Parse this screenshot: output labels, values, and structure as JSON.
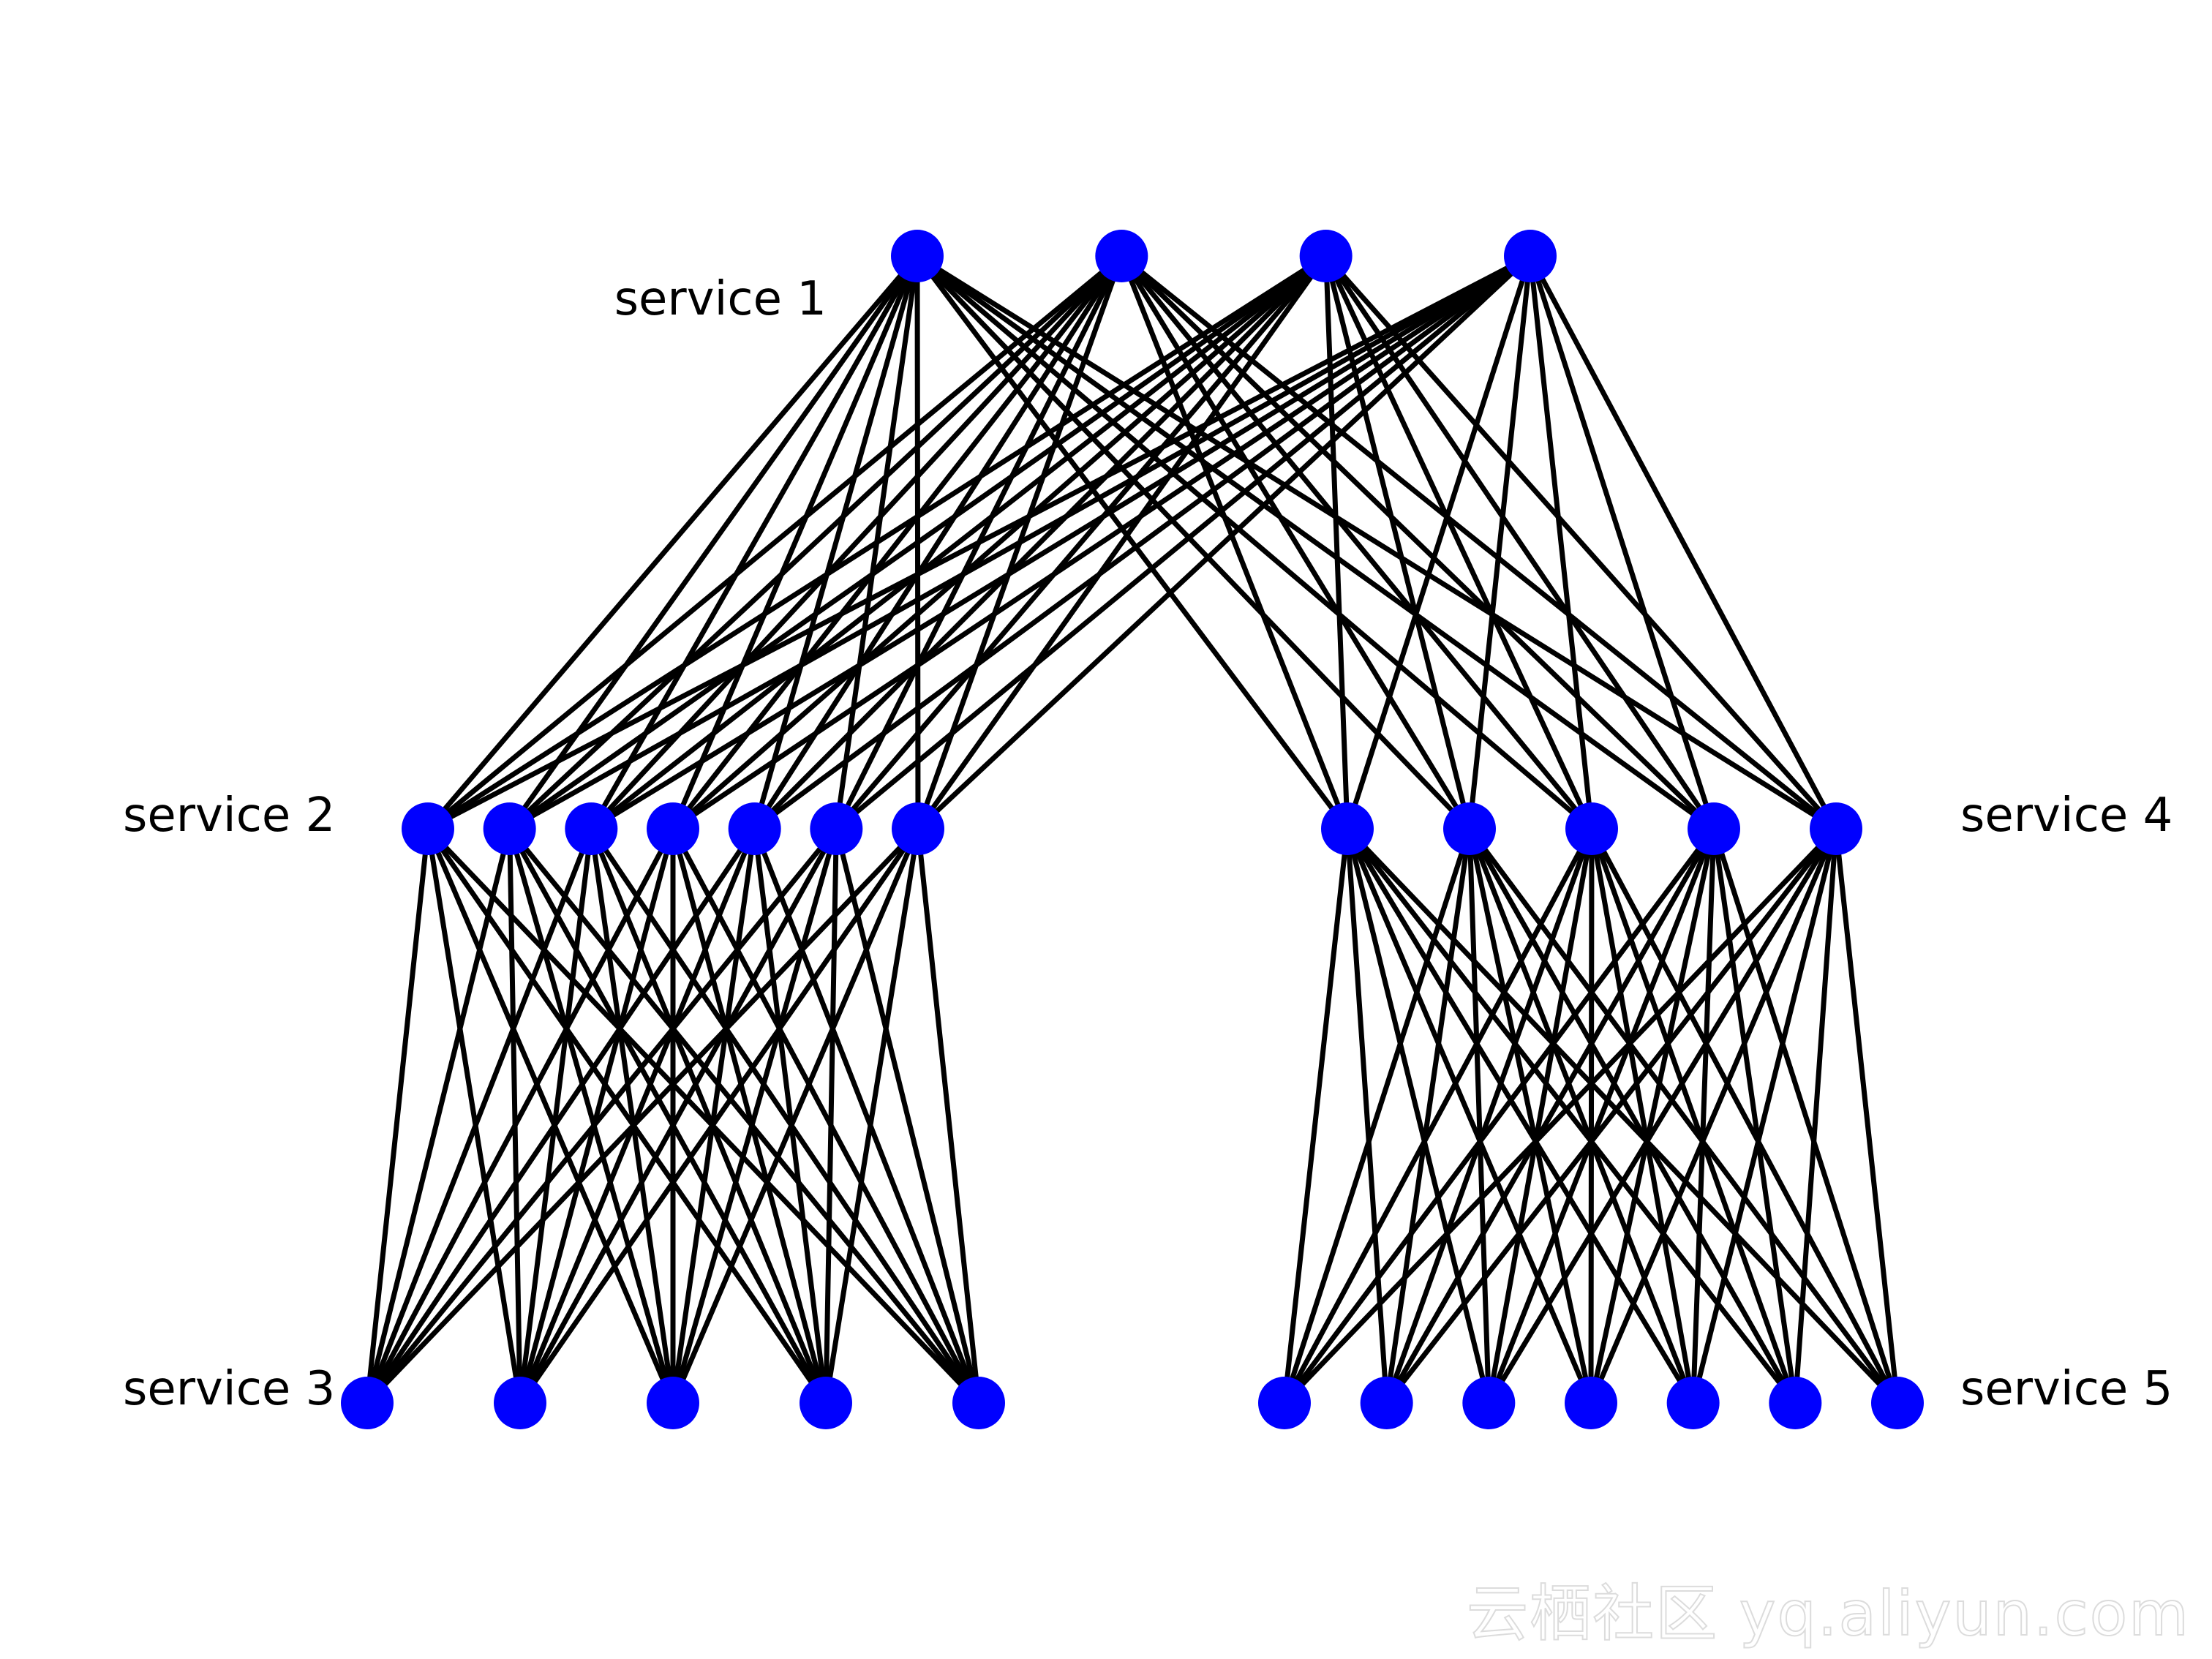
{
  "diagram": {
    "groups": [
      {
        "id": "s1",
        "label": "service 1",
        "node_count": 4
      },
      {
        "id": "s2",
        "label": "service 2",
        "node_count": 7
      },
      {
        "id": "s3",
        "label": "service 3",
        "node_count": 5
      },
      {
        "id": "s4",
        "label": "service 4",
        "node_count": 5
      },
      {
        "id": "s5",
        "label": "service 5",
        "node_count": 7
      }
    ],
    "links": [
      {
        "from": "s1",
        "to": "s2",
        "pattern": "complete"
      },
      {
        "from": "s1",
        "to": "s4",
        "pattern": "complete"
      },
      {
        "from": "s2",
        "to": "s3",
        "pattern": "complete"
      },
      {
        "from": "s4",
        "to": "s5",
        "pattern": "complete"
      }
    ],
    "colors": {
      "node": "#0000ff",
      "edge": "#000000"
    }
  },
  "watermark": {
    "text": "云栖社区 yq.aliyun.com"
  }
}
